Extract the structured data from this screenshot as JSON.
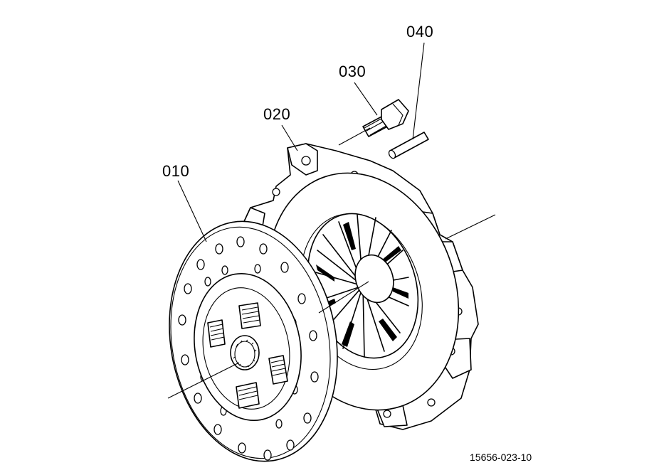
{
  "diagram": {
    "parts": [
      {
        "label": "010",
        "icon": "clutch-disc-icon"
      },
      {
        "label": "020",
        "icon": "pressure-plate-icon"
      },
      {
        "label": "030",
        "icon": "bolt-icon"
      },
      {
        "label": "040",
        "icon": "dowel-pin-icon"
      }
    ],
    "reference_code": "15656-023-10"
  }
}
